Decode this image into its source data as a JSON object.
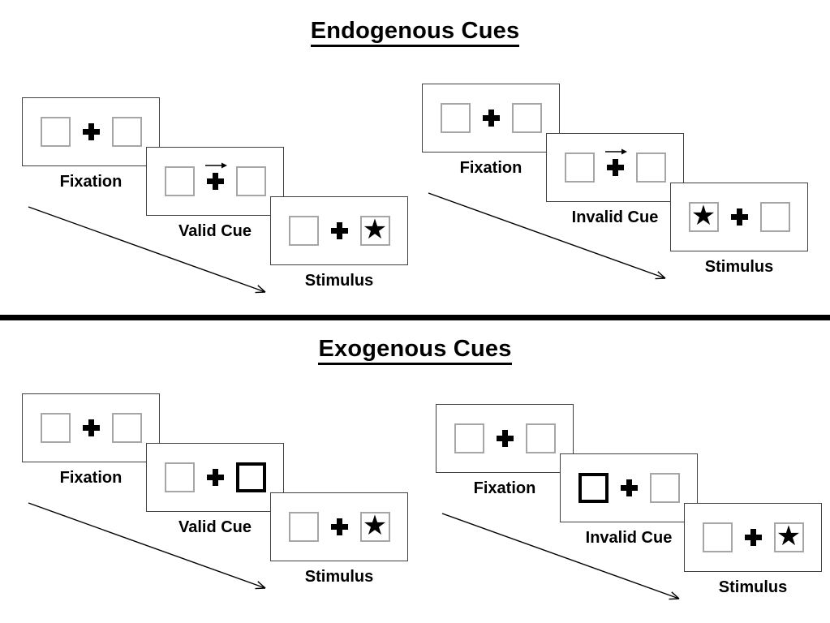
{
  "glyphs": {
    "star": "★"
  },
  "colors": {
    "background": "#ffffff",
    "card_border": "#404040",
    "placeholder_box_border": "#a6a6a6",
    "exogenous_cue_box_border": "#000000",
    "symbol_black": "#000000",
    "divider": "#000000"
  },
  "sections": [
    {
      "title": "Endogenous Cues",
      "panels": [
        {
          "name": "endogenous-valid-sequence",
          "steps": [
            {
              "label": "Fixation",
              "left_box": "plain",
              "right_box": "plain",
              "cue_arrow": false
            },
            {
              "label": "Valid Cue",
              "left_box": "plain",
              "right_box": "plain",
              "cue_arrow": true
            },
            {
              "label": "Stimulus",
              "left_box": "plain",
              "right_box": "star",
              "cue_arrow": false
            }
          ]
        },
        {
          "name": "endogenous-invalid-sequence",
          "steps": [
            {
              "label": "Fixation",
              "left_box": "plain",
              "right_box": "plain",
              "cue_arrow": false
            },
            {
              "label": "Invalid Cue",
              "left_box": "plain",
              "right_box": "plain",
              "cue_arrow": true
            },
            {
              "label": "Stimulus",
              "left_box": "star",
              "right_box": "plain",
              "cue_arrow": false
            }
          ]
        }
      ]
    },
    {
      "title": "Exogenous Cues",
      "panels": [
        {
          "name": "exogenous-valid-sequence",
          "steps": [
            {
              "label": "Fixation",
              "left_box": "plain",
              "right_box": "plain",
              "cue_arrow": false
            },
            {
              "label": "Valid Cue",
              "left_box": "plain",
              "right_box": "bold",
              "cue_arrow": false
            },
            {
              "label": "Stimulus",
              "left_box": "plain",
              "right_box": "star",
              "cue_arrow": false
            }
          ]
        },
        {
          "name": "exogenous-invalid-sequence",
          "steps": [
            {
              "label": "Fixation",
              "left_box": "plain",
              "right_box": "plain",
              "cue_arrow": false
            },
            {
              "label": "Invalid Cue",
              "left_box": "bold",
              "right_box": "plain",
              "cue_arrow": false
            },
            {
              "label": "Stimulus",
              "left_box": "plain",
              "right_box": "star",
              "cue_arrow": false
            }
          ]
        }
      ]
    }
  ]
}
